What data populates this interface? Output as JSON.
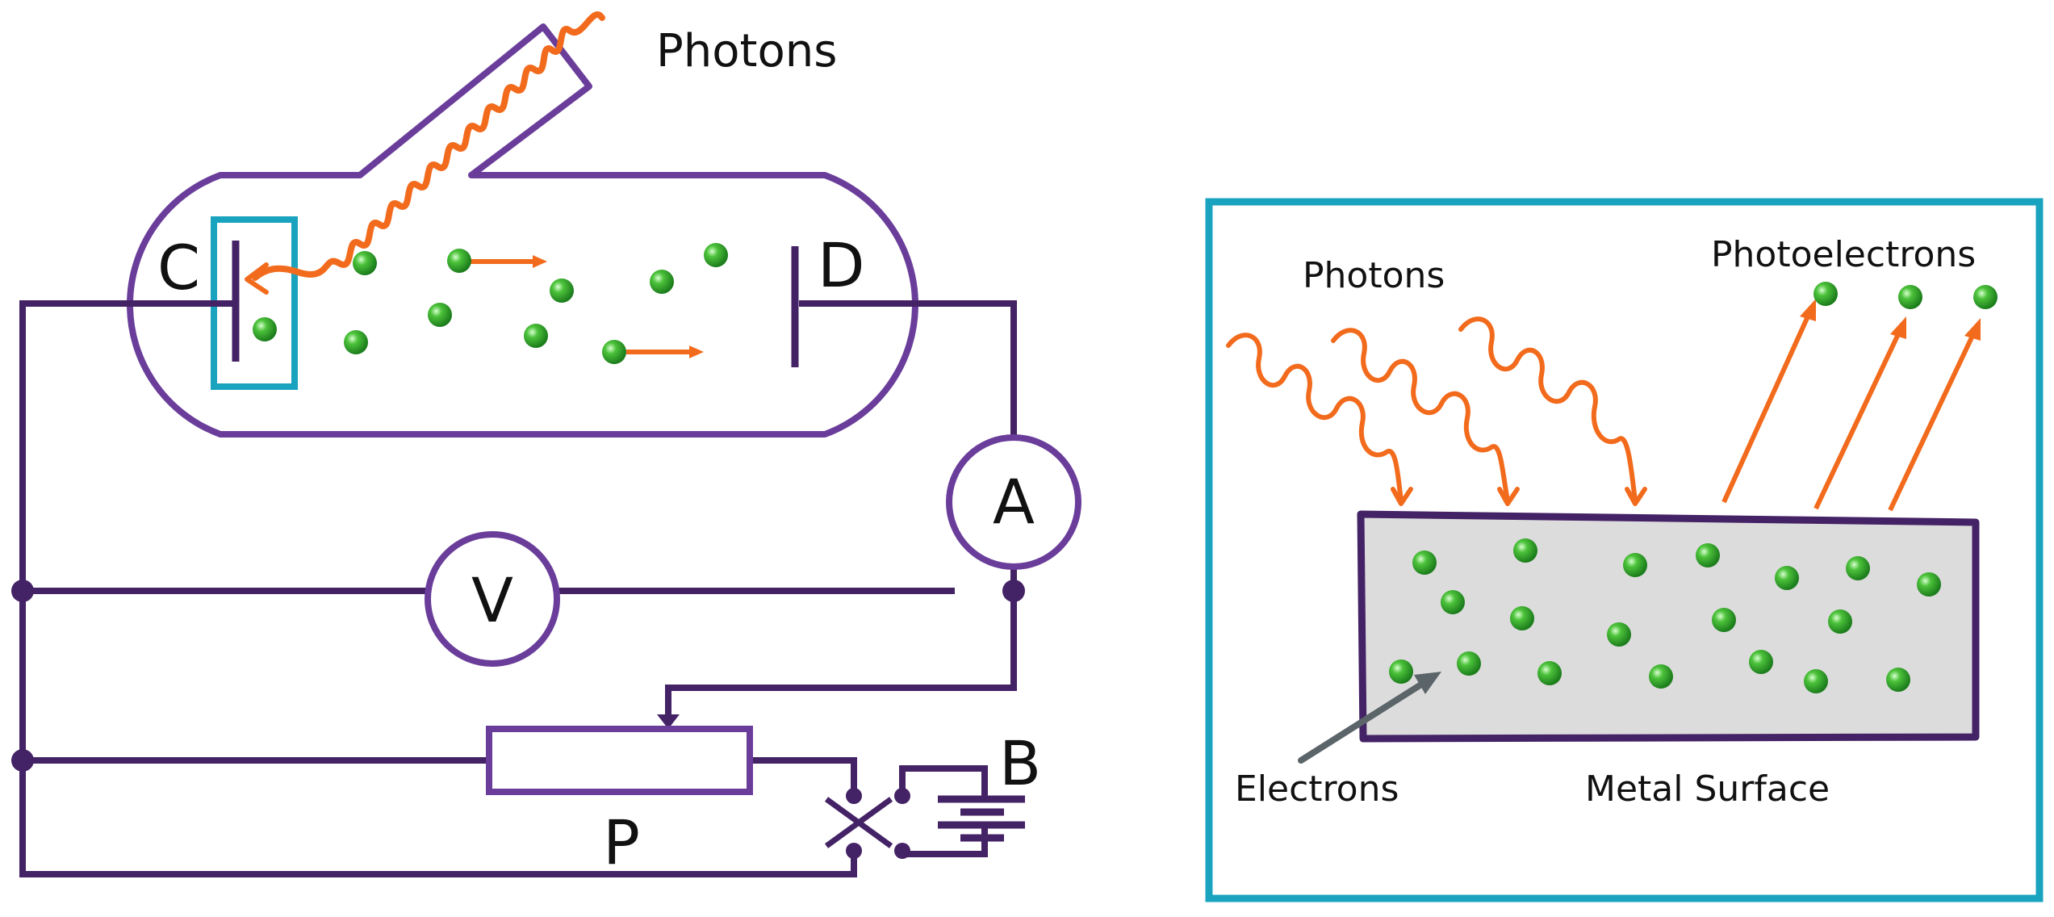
{
  "colors": {
    "circuit": "#442266",
    "tube": "#6a3d9a",
    "highlight": "#1aa3bf",
    "photon": "#f26b1d",
    "electron": "#2fa82f",
    "metal": "#dcdcdc",
    "pointer": "#5b6469"
  },
  "left": {
    "photons_label": "Photons",
    "cathode_label": "C",
    "anode_label": "D",
    "ammeter_label": "A",
    "voltmeter_label": "V",
    "battery_label": "B",
    "potentiometer_label": "P"
  },
  "right": {
    "photons_label": "Photons",
    "photoelectrons_label": "Photoelectrons",
    "electrons_label": "Electrons",
    "metal_label": "Metal Surface"
  }
}
